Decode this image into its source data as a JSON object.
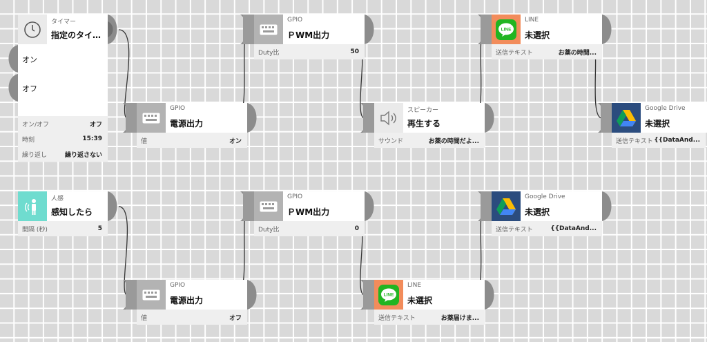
{
  "colors": {
    "grid_background": "#d9d9d9",
    "grid_lines": "#ffffff",
    "block_header_gray": "#b3b3b3",
    "param_background": "#efefef",
    "connector": "#8c8c8c",
    "human_sensor_icon_bg": "#6fdccf",
    "line_icon_bg": "#f28c5b",
    "line_green": "#21b521",
    "google_drive_icon_bg": "#2b4c7e"
  },
  "blocks": {
    "timer": {
      "icon": "clock-icon",
      "category": "タイマー",
      "name": "指定のタイ…",
      "options": [
        "オン",
        "オフ"
      ],
      "params": [
        {
          "label": "オン/オフ",
          "value": "オフ"
        },
        {
          "label": "時刻",
          "value": "15:39"
        },
        {
          "label": "繰り返し",
          "value": "繰り返さない"
        }
      ]
    },
    "gpio_power_on": {
      "icon": "keyboard-icon",
      "category": "GPIO",
      "name": "電源出力",
      "params": [
        {
          "label": "値",
          "value": "オン"
        }
      ]
    },
    "gpio_pwm_1": {
      "icon": "keyboard-icon",
      "category": "GPIO",
      "name": "ＰWM出力",
      "params": [
        {
          "label": "Duty比",
          "value": "50"
        }
      ]
    },
    "speaker": {
      "icon": "speaker-icon",
      "category": "スピーカー",
      "name": "再生する",
      "params": [
        {
          "label": "サウンド",
          "value": "お薬の時間だよ..."
        }
      ]
    },
    "line_1": {
      "icon": "line-icon",
      "icon_text": "LINE",
      "category": "LINE",
      "name": "未選択",
      "params": [
        {
          "label": "送信テキスト",
          "value": "お薬の時間..."
        }
      ]
    },
    "gdrive_1": {
      "icon": "google-drive-icon",
      "category": "Google Drive",
      "name": "未選択",
      "params": [
        {
          "label": "送信テキスト",
          "value": "{{DataAnd..."
        }
      ]
    },
    "human_sensor": {
      "icon": "human-sensor-icon",
      "category": "人感",
      "name": "感知したら",
      "params": [
        {
          "label": "間隔 (秒)",
          "value": "5"
        }
      ]
    },
    "gpio_pwm_2": {
      "icon": "keyboard-icon",
      "category": "GPIO",
      "name": "ＰWM出力",
      "params": [
        {
          "label": "Duty比",
          "value": "0"
        }
      ]
    },
    "gdrive_2": {
      "icon": "google-drive-icon",
      "category": "Google Drive",
      "name": "未選択",
      "params": [
        {
          "label": "送信テキスト",
          "value": "{{DataAnd..."
        }
      ]
    },
    "gpio_power_off": {
      "icon": "keyboard-icon",
      "category": "GPIO",
      "name": "電源出力",
      "params": [
        {
          "label": "値",
          "value": "オフ"
        }
      ]
    },
    "line_2": {
      "icon": "line-icon",
      "icon_text": "LINE",
      "category": "LINE",
      "name": "未選択",
      "params": [
        {
          "label": "送信テキスト",
          "value": "お薬届けま..."
        }
      ]
    }
  }
}
